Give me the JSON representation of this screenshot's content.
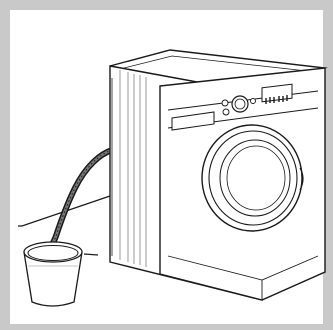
{
  "illustration": {
    "subject": "washing-machine",
    "accessories": [
      "drain-hose",
      "bucket"
    ],
    "frame_color": "#c9c9c9",
    "line_color": "#1a1a1a",
    "fill_color": "#ffffff"
  }
}
